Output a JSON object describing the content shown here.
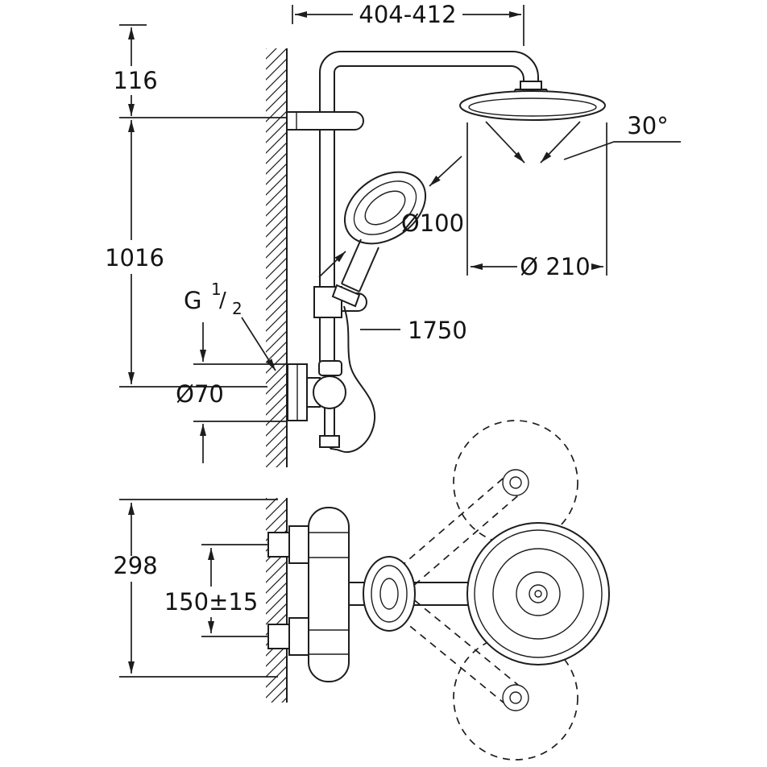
{
  "drawing": {
    "background": "#ffffff",
    "line_color": "#1d1d1d"
  },
  "labels": {
    "dim_top_width": "404-412",
    "dim_offset_116": "116",
    "dim_height_1016": "1016",
    "angle_30": "30°",
    "dia_hand_100": "Ø100",
    "dia_head_210": "Ø 210",
    "hose_1750": "1750",
    "thread_g": "G",
    "thread_numerator": "1",
    "thread_slash": "/",
    "thread_denominator": "2",
    "dia_escutcheon_70": "Ø70",
    "dim_height_298": "298",
    "dim_spacing_150": "150±15"
  }
}
